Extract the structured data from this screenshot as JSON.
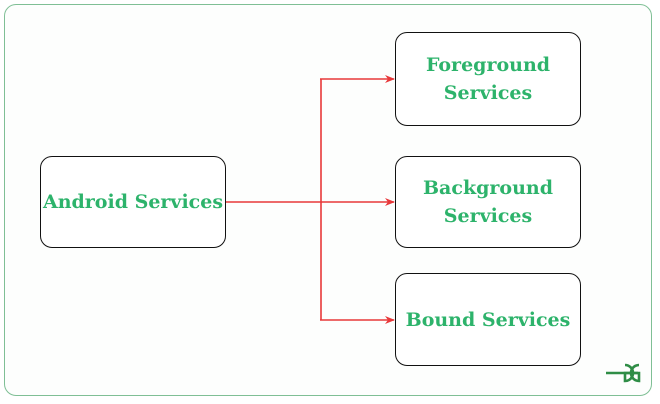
{
  "nodes": {
    "android_services": "Android Services",
    "foreground_services": "Foreground Services",
    "background_services": "Background Services",
    "bound_services": "Bound Services"
  },
  "logo": {
    "text": "GG",
    "icon": "geeksforgeeks-logo-icon"
  },
  "colors": {
    "label_text": "#2db36b",
    "arrow": "#e8383a",
    "frame_border": "#7fbf95",
    "box_border": "#111111",
    "logo": "#2f8d46"
  }
}
